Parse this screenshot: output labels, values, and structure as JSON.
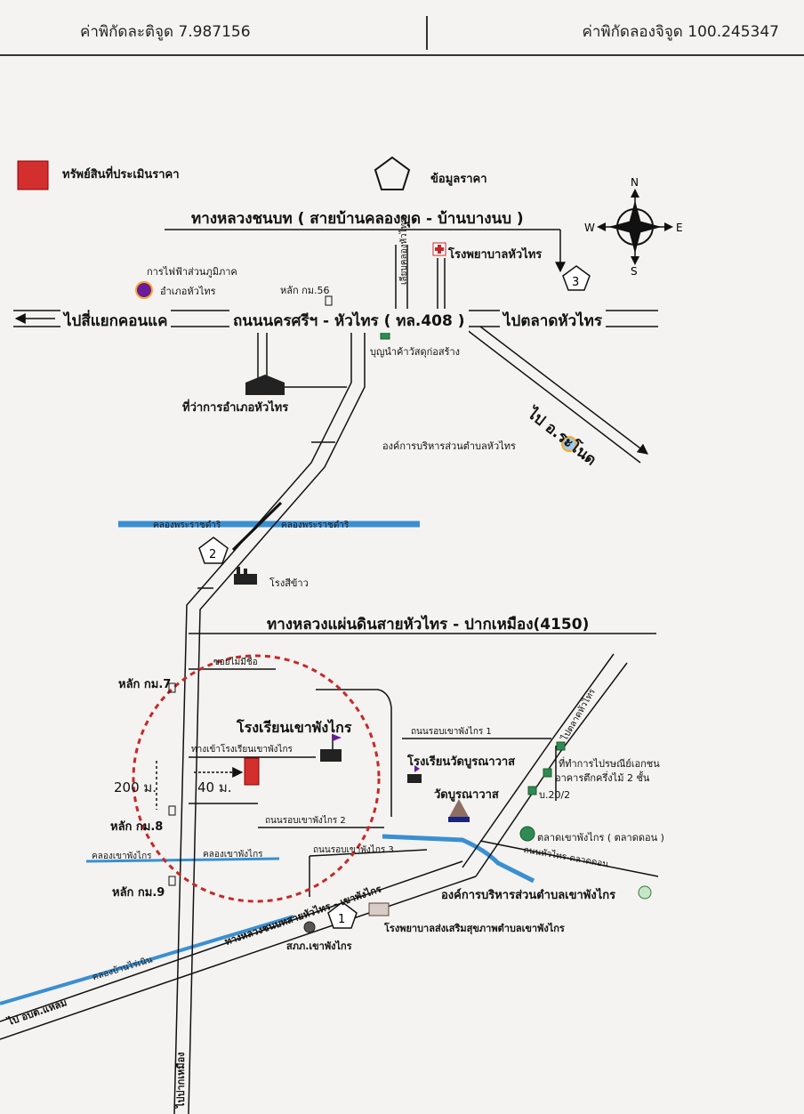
{
  "header": {
    "lat_label": "ค่าพิกัดละติจูด 7.987156",
    "lon_label": "ค่าพิกัดลองจิจูด 100.245347"
  },
  "legend": {
    "property_label": "ทรัพย์สินที่ประเมินราคา",
    "price_data_label": "ข้อมูลราคา",
    "property_color": "#d32f2f"
  },
  "compass": {
    "n": "N",
    "s": "S",
    "e": "E",
    "w": "W"
  },
  "roads": {
    "rural_road": "ทางหลวงชนบท ( สายบ้านคลองขุด - บ้านบางนบ )",
    "to_kaeng": "ไปสี่แยกคอนแค",
    "main_road": "ถนนนครศรีฯ - หัวไทร ( ทล.408 )",
    "to_market": "ไปตลาดหัวไทร",
    "to_ranot": "ไป อ.ระโนด",
    "highway_4150": "ทางหลวงแผ่นดินสายหัวไทร - ปากเหมือง(4150)",
    "soi": "ซอยไม่มีชื่อ",
    "school_entrance": "ทางเข้าโรงเรียนเขาพังไกร",
    "ring1": "ถนนรอบเขาพังไกร 1",
    "ring2": "ถนนรอบเขาพังไกร 2",
    "ring3": "ถนนรอบเขาพังไกร 3",
    "to_market2": "ไปตลาดหัวไทร",
    "huasai_market_road": "ถนนหัวไทร-ตลาดดอน",
    "rural_road_south": "ทางหลวงชนบทสายหัวไทร - เขาพังไกร",
    "to_ubt": "ไป อบต.แหลม",
    "to_pakmueang": "ไปปากเหมือง",
    "side_road": "เลียบคลองหัวไทร"
  },
  "places": {
    "pea": "การไฟฟ้าส่วนภูมิภาค",
    "pea_2": "อำเภอหัวไทร",
    "km56": "หลัก กม.56",
    "hospital": "โรงพยาบาลหัวไทร",
    "store": "บุญนำค้าวัสดุก่อสร้าง",
    "district_office": "ที่ว่าการอำเภอหัวไทร",
    "sao_huasai": "องค์การบริหารส่วนตำบลหัวไทร",
    "rice_mill": "โรงสีข้าว",
    "km7": "หลัก กม.7",
    "km8": "หลัก กม.8",
    "km9": "หลัก กม.9",
    "school": "โรงเรียนเขาพังไกร",
    "wat_school": "โรงเรียนวัดบูรณาวาส",
    "temple": "วัดบูรณาวาส",
    "post_office": "ที่ทำการไปรษณีย์เอกชน",
    "building": "อาคารตึกครึ่งไม้ 2 ชั้น",
    "house": "บ.20/2",
    "market": "ตลาดเขาพังไกร ( ตลาดดอน )",
    "sao_khaophangkrai": "องค์การบริหารส่วนตำบลเขาพังไกร",
    "health_hospital": "โรงพยาบาลส่งเสริมสุขภาพตำบลเขาพังไกร",
    "police": "สภภ.เขาพังไกร"
  },
  "canals": {
    "phra_ratchadamri_1": "คลองพระราชดำริ",
    "phra_ratchadamri_2": "คลองพระราชดำริ",
    "khao_phangkrai_1": "คลองเขาพังไกร",
    "khao_phangkrai_2": "คลองเขาพังไกร",
    "ban_rai": "คลองบ้านไร่เนิน"
  },
  "measurements": {
    "dist_200": "200 ม.",
    "dist_40": "40 ม."
  },
  "markers": {
    "m1": "1",
    "m2": "2",
    "m3": "3"
  }
}
